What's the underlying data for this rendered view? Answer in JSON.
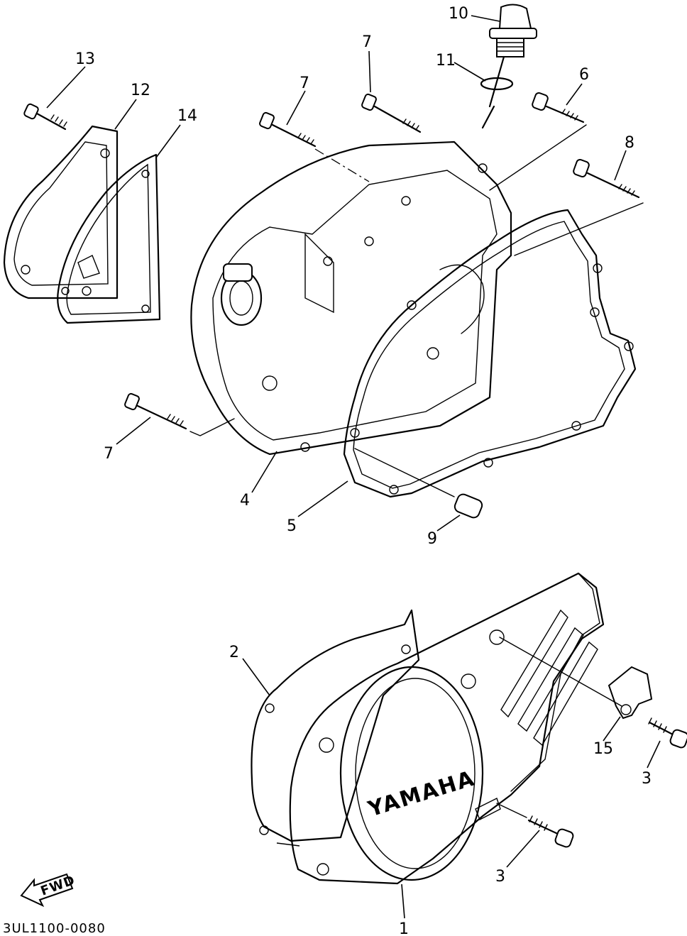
{
  "diagram": {
    "brand_mark": "YAMAHA",
    "direction_mark": "FWD",
    "drawing_code": "3UL1100-0080",
    "callouts": [
      {
        "id": "c1",
        "label": "1"
      },
      {
        "id": "c2",
        "label": "2"
      },
      {
        "id": "c3a",
        "label": "3"
      },
      {
        "id": "c3b",
        "label": "3"
      },
      {
        "id": "c4",
        "label": "4"
      },
      {
        "id": "c5",
        "label": "5"
      },
      {
        "id": "c6",
        "label": "6"
      },
      {
        "id": "c7a",
        "label": "7"
      },
      {
        "id": "c7b",
        "label": "7"
      },
      {
        "id": "c7c",
        "label": "7"
      },
      {
        "id": "c8",
        "label": "8"
      },
      {
        "id": "c9",
        "label": "9"
      },
      {
        "id": "c10",
        "label": "10"
      },
      {
        "id": "c11",
        "label": "11"
      },
      {
        "id": "c12",
        "label": "12"
      },
      {
        "id": "c13",
        "label": "13"
      },
      {
        "id": "c14",
        "label": "14"
      },
      {
        "id": "c15",
        "label": "15"
      }
    ]
  }
}
